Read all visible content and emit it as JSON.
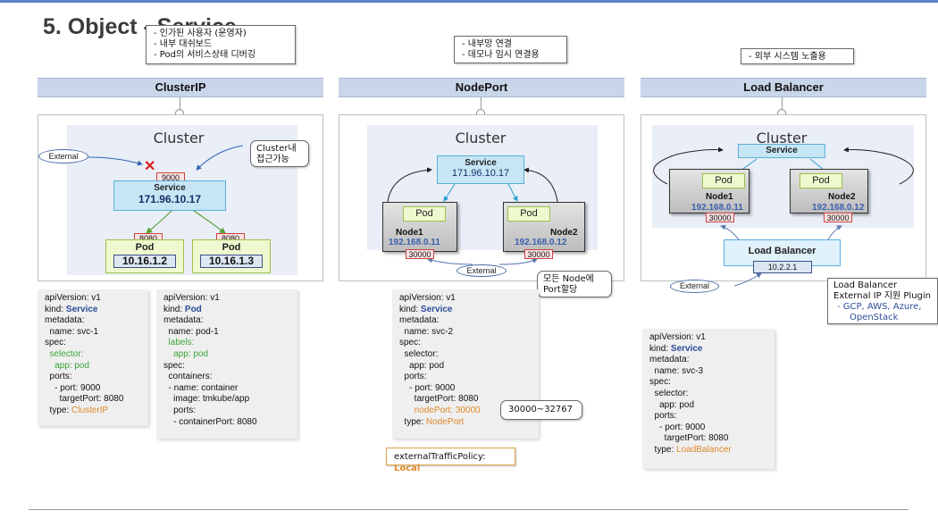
{
  "title": "5. Object - Service",
  "callouts": {
    "clusterip": [
      "- 인가된 사용자 (운영자)",
      "- 내부 대쉬보드",
      "- Pod의 서비스상태 디버깅"
    ],
    "nodeport": [
      "- 내부망 연결",
      "- 데모나 임시 연결용"
    ],
    "lb": [
      "- 외부 시스템 노출용"
    ]
  },
  "sections": {
    "clusterip": "ClusterIP",
    "nodeport": "NodePort",
    "lb": "Load Balancer"
  },
  "cluster_label": "Cluster",
  "clusterip_diagram": {
    "external": "External",
    "note": [
      "Cluster내",
      "접근가능"
    ],
    "port": "9000",
    "service": "Service",
    "service_ip": "171.96.10.17",
    "pods": [
      {
        "port": "8080",
        "label": "Pod",
        "ip": "10.16.1.2"
      },
      {
        "port": "8080",
        "label": "Pod",
        "ip": "10.16.1.3"
      }
    ]
  },
  "nodeport_diagram": {
    "service": "Service",
    "service_ip": "171.96.10.17",
    "nodes": [
      {
        "pod": "Pod",
        "name": "Node1",
        "ip": "192.168.0.11",
        "port": "30000"
      },
      {
        "pod": "Pod",
        "name": "Node2",
        "ip": "192.168.0.12",
        "port": "30000"
      }
    ],
    "external": "External",
    "note": [
      "모든 Node에",
      "Port할당"
    ]
  },
  "lb_diagram": {
    "service": "Service",
    "nodes": [
      {
        "pod": "Pod",
        "name": "Node1",
        "ip": "192.168.0.11",
        "port": "30000"
      },
      {
        "pod": "Pod",
        "name": "Node2",
        "ip": "192.168.0.12",
        "port": "30000"
      }
    ],
    "lb": "Load Balancer",
    "lb_ip": "10.2.2.1",
    "external": "External",
    "note_title": "Load Balancer",
    "note_line2": "External IP 지원 Plugin",
    "note_providers": "- GCP, AWS, Azure,",
    "note_providers2": "OpenStack"
  },
  "yaml_svc1": {
    "l1": "apiVersion: v1",
    "kind_k": "kind: ",
    "kind_v": "Service",
    "l3": "metadata:",
    "l4": "  name: svc-1",
    "l5": "spec:",
    "sel": "  selector:",
    "app": "    app: pod",
    "ports": "  ports:",
    "port": "    - port: 9000",
    "tport": "      targetPort: 8080",
    "type_k": "  type: ",
    "type_v": "ClusterIP"
  },
  "yaml_pod1": {
    "l1": "apiVersion: v1",
    "kind_k": "kind: ",
    "kind_v": "Pod",
    "l3": "metadata:",
    "l4": "  name: pod-1",
    "labels": "  labels:",
    "app": "    app: pod",
    "spec": "spec:",
    "containers": "  containers:",
    "cname": "  - name: container",
    "image": "    image: tmkube/app",
    "ports": "    ports:",
    "cport": "    - containerPort: 8080"
  },
  "yaml_svc2": {
    "l1": "apiVersion: v1",
    "kind_k": "kind: ",
    "kind_v": "Service",
    "l3": "metadata:",
    "l4": "  name: svc-2",
    "l5": "spec:",
    "sel": "  selector:",
    "app": "    app: pod",
    "ports": "  ports:",
    "port": "    - port: 9000",
    "tport": "      targetPort: 8080",
    "nport": "      nodePort: 30000",
    "type_k": "  type: ",
    "type_v": "NodePort",
    "range": "30000~32767",
    "policy_k": "externalTrafficPolicy: ",
    "policy_v": "Local"
  },
  "yaml_svc3": {
    "l1": "apiVersion: v1",
    "kind_k": "kind: ",
    "kind_v": "Service",
    "l3": "metadata:",
    "l4": "  name: svc-3",
    "l5": "spec:",
    "sel": "  selector:",
    "app": "    app: pod",
    "ports": "  ports:",
    "port": "    - port: 9000",
    "tport": "      targetPort: 8080",
    "type_k": "  type: ",
    "type_v": "LoadBalancer"
  },
  "colors": {
    "band": "#c9d6ea",
    "service": "#c6e6f5",
    "pod": "#eef9cf",
    "keyword_blue": "#2c4d9a",
    "keyword_green": "#3ca63a",
    "keyword_orange": "#e08a2a"
  }
}
